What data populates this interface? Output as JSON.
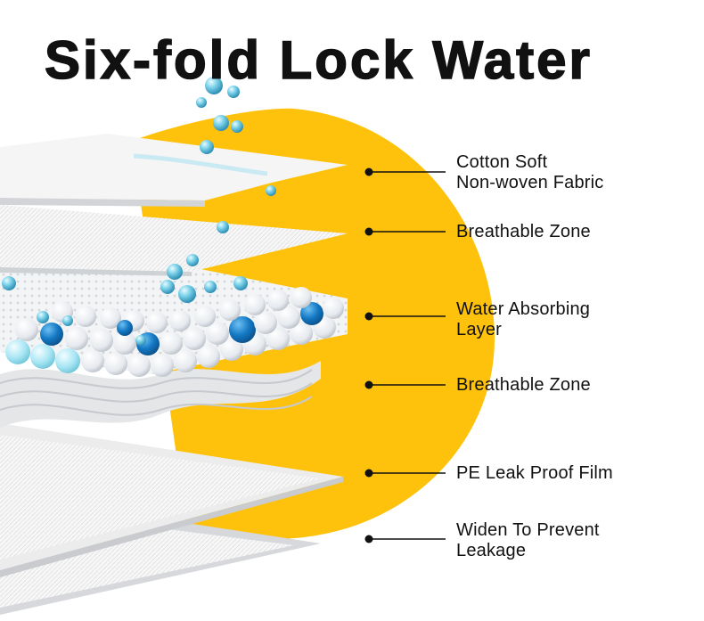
{
  "title": "Six-fold Lock Water",
  "colors": {
    "accent": "#FEC20D",
    "text": "#111111",
    "bead_blue": "#1479c4",
    "bead_cyan": "#a8e6f4"
  },
  "layers": [
    {
      "lines": [
        "Cotton Soft",
        "Non-woven Fabric"
      ]
    },
    {
      "lines": [
        "Breathable Zone"
      ]
    },
    {
      "lines": [
        "Water Absorbing",
        "Layer"
      ]
    },
    {
      "lines": [
        "Breathable Zone"
      ]
    },
    {
      "lines": [
        "PE Leak Proof Film"
      ]
    },
    {
      "lines": [
        "Widen To Prevent",
        "Leakage"
      ]
    }
  ]
}
